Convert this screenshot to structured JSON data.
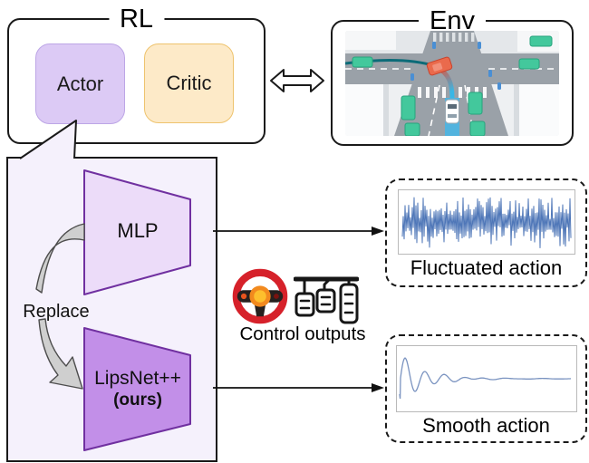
{
  "rl": {
    "title": "RL",
    "actor_label": "Actor",
    "critic_label": "Critic"
  },
  "env": {
    "title": "Env"
  },
  "actor_module": {
    "replace_label": "Replace",
    "mlp_label": "MLP",
    "lipsnet_label": "LipsNet++",
    "lipsnet_sub": "(ours)"
  },
  "control": {
    "label": "Control outputs"
  },
  "results": {
    "fluctuated_label": "Fluctuated action",
    "smooth_label": "Smooth action"
  },
  "icons": {
    "rl_env_link": "double-headed-arrow-icon",
    "actor_pointer": "callout-pointer",
    "replace_flow": "curved-gray-arrow-icon",
    "control_wheel": "steering-wheel-icon",
    "control_pedals": "pedals-icon"
  },
  "colors": {
    "actor_fill": "#dccaf5",
    "critic_fill": "#fdeac8",
    "panel_bg": "#f5f1fc",
    "mlp_fill": "#ecdcf9",
    "lipsnet_fill": "#c28fe8",
    "trapezoid_border": "#7030a0",
    "signal_blue": "#4f77b8",
    "smooth_blue": "#7a93c0",
    "wheel_red": "#d6212a"
  }
}
